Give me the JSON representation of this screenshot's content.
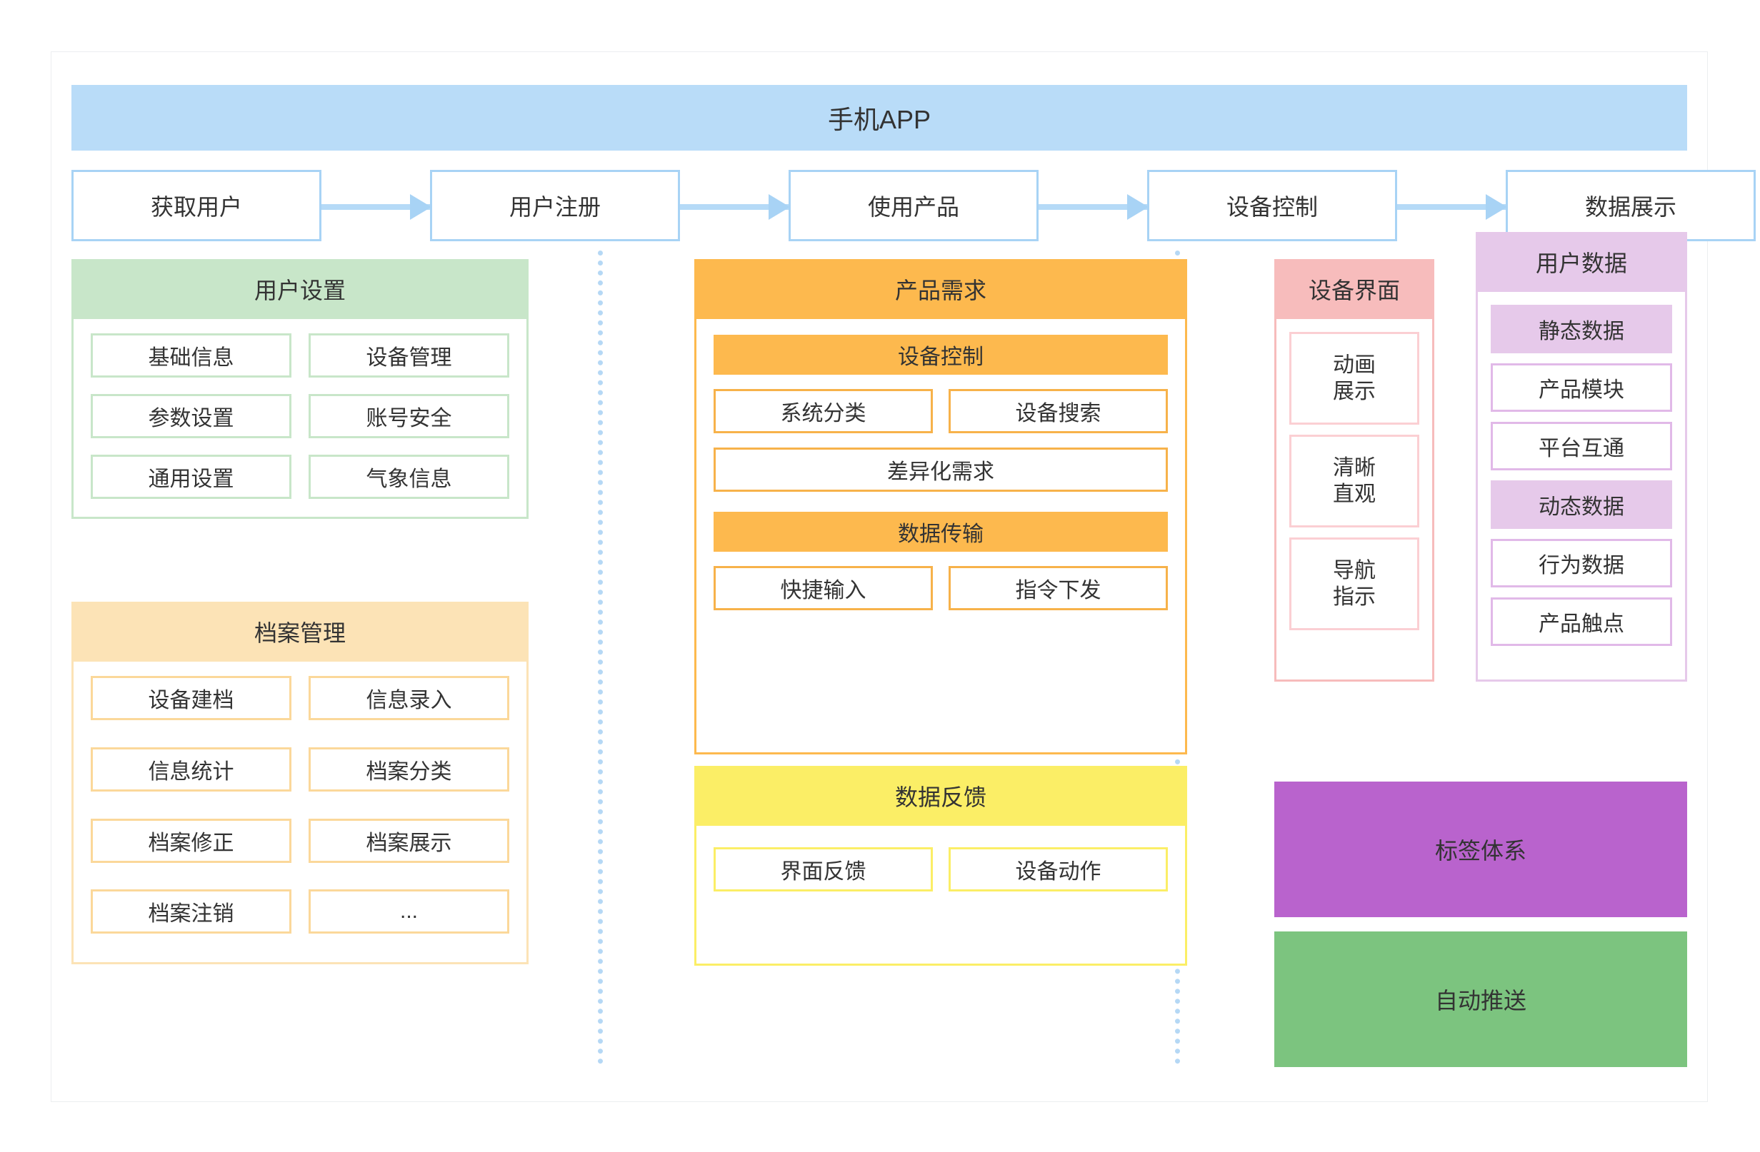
{
  "header": {
    "title": "手机APP"
  },
  "flow": {
    "steps": [
      {
        "label": "获取用户"
      },
      {
        "label": "用户注册"
      },
      {
        "label": "使用产品"
      },
      {
        "label": "设备控制"
      },
      {
        "label": "数据展示"
      }
    ]
  },
  "columns": {
    "left": {
      "user_settings": {
        "title": "用户设置",
        "items": [
          "基础信息",
          "设备管理",
          "参数设置",
          "账号安全",
          "通用设置",
          "气象信息"
        ]
      },
      "archive_management": {
        "title": "档案管理",
        "items": [
          "设备建档",
          "信息录入",
          "信息统计",
          "档案分类",
          "档案修正",
          "档案展示",
          "档案注销",
          "..."
        ]
      }
    },
    "center": {
      "product_requirements": {
        "title": "产品需求",
        "groups": [
          {
            "band": "设备控制",
            "items": [
              "系统分类",
              "设备搜索"
            ],
            "wide": [
              "差异化需求"
            ]
          },
          {
            "band": "数据传输",
            "items": [
              "快捷输入",
              "指令下发"
            ]
          }
        ]
      },
      "data_feedback": {
        "title": "数据反馈",
        "items": [
          "界面反馈",
          "设备动作"
        ]
      }
    },
    "right": {
      "device_interface": {
        "title": "设备界面",
        "items": [
          "动画\n展示",
          "清晰\n直观",
          "导航\n指示"
        ],
        "items_lines": [
          [
            "动画",
            "展示"
          ],
          [
            "清晰",
            "直观"
          ],
          [
            "导航",
            "指示"
          ]
        ]
      },
      "user_data": {
        "title": "用户数据",
        "rows": [
          {
            "label": "静态数据",
            "kind": "sub"
          },
          {
            "label": "产品模块",
            "kind": "chip"
          },
          {
            "label": "平台互通",
            "kind": "chip"
          },
          {
            "label": "动态数据",
            "kind": "sub"
          },
          {
            "label": "行为数据",
            "kind": "chip"
          },
          {
            "label": "产品触点",
            "kind": "chip"
          }
        ]
      },
      "tag_system": {
        "label": "标签体系"
      },
      "auto_push": {
        "label": "自动推送"
      }
    }
  },
  "colors": {
    "appbar": "#b9dcf8",
    "flow_border": "#a8d3f5",
    "arrow": "#b5daf7",
    "green": "#c8e6c9",
    "amber": "#fce3b6",
    "orange": "#fdb94e",
    "yellow": "#fbee66",
    "pink": "#f7bcbc",
    "purple_light": "#e6c9ea",
    "purple_solid": "#b963cd",
    "green_solid": "#7cc47f",
    "divider": "#b5d8f5"
  }
}
